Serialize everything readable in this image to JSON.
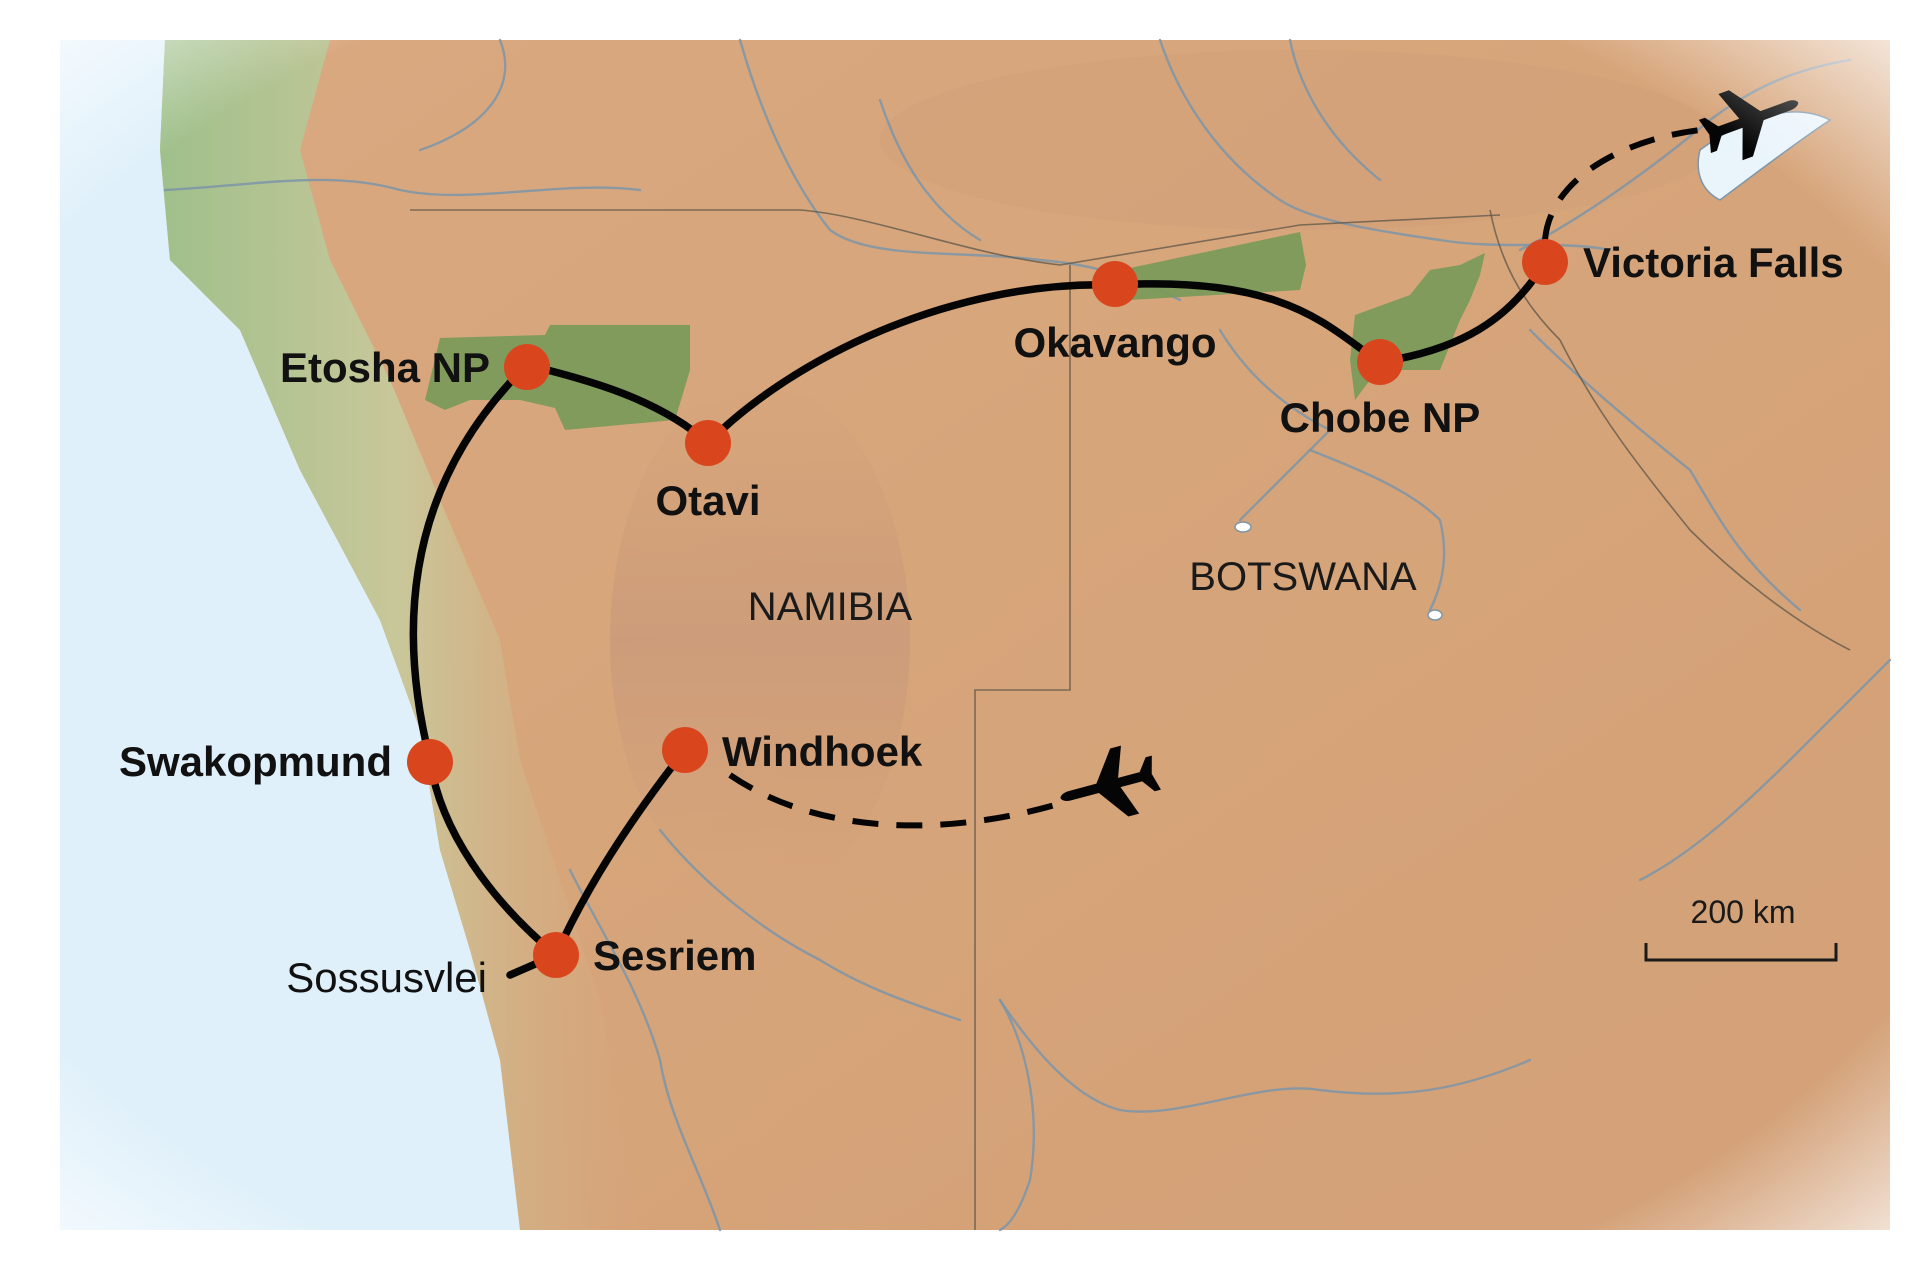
{
  "map": {
    "countries": [
      "NAMIBIA",
      "BOTSWANA"
    ],
    "scale_bar": "200 km",
    "colors": {
      "ocean": "#dff0fa",
      "land": "#d8a77e",
      "coast_green": "#a9c493",
      "park": "#7a9a5a",
      "stop_marker": "#d9461e",
      "route": "#050505",
      "river": "#7d95a8"
    },
    "stops": [
      {
        "id": "windhoek",
        "label": "Windhoek",
        "style": "bold"
      },
      {
        "id": "sesriem",
        "label": "Sesriem",
        "style": "bold"
      },
      {
        "id": "swakopmund",
        "label": "Swakopmund",
        "style": "bold"
      },
      {
        "id": "etosha",
        "label": "Etosha NP",
        "style": "bold"
      },
      {
        "id": "otavi",
        "label": "Otavi",
        "style": "bold"
      },
      {
        "id": "okavango",
        "label": "Okavango",
        "style": "bold"
      },
      {
        "id": "chobe",
        "label": "Chobe NP",
        "style": "bold"
      },
      {
        "id": "victoria-falls",
        "label": "Victoria Falls",
        "style": "bold"
      }
    ],
    "places": [
      {
        "id": "sossusvlei",
        "label": "Sossusvlei",
        "style": "regular"
      }
    ],
    "flights": [
      {
        "from": "Windhoek",
        "icon": "airplane-icon"
      },
      {
        "from": "Victoria Falls",
        "icon": "airplane-icon"
      }
    ]
  }
}
